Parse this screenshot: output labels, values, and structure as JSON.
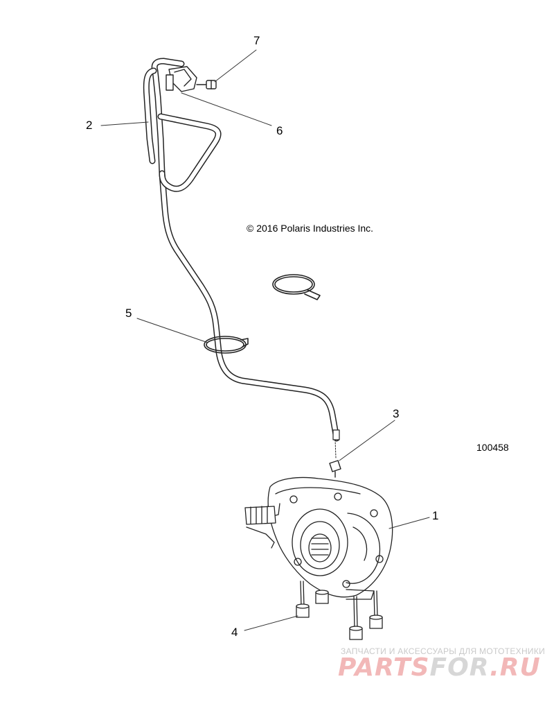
{
  "diagram": {
    "copyright": "© 2016 Polaris Industries Inc.",
    "figure_id": "100458",
    "callouts": [
      "7",
      "2",
      "6",
      "5",
      "3",
      "1",
      "4"
    ]
  },
  "watermark": {
    "tagline": "ЗАПЧАСТИ И АКСЕССУАРЫ ДЛЯ МОТОТЕХНИКИ",
    "logo_part1": "PARTS",
    "logo_part2": "FOR",
    "logo_part3": ".RU",
    "logo_color": "#f2b8b8"
  }
}
